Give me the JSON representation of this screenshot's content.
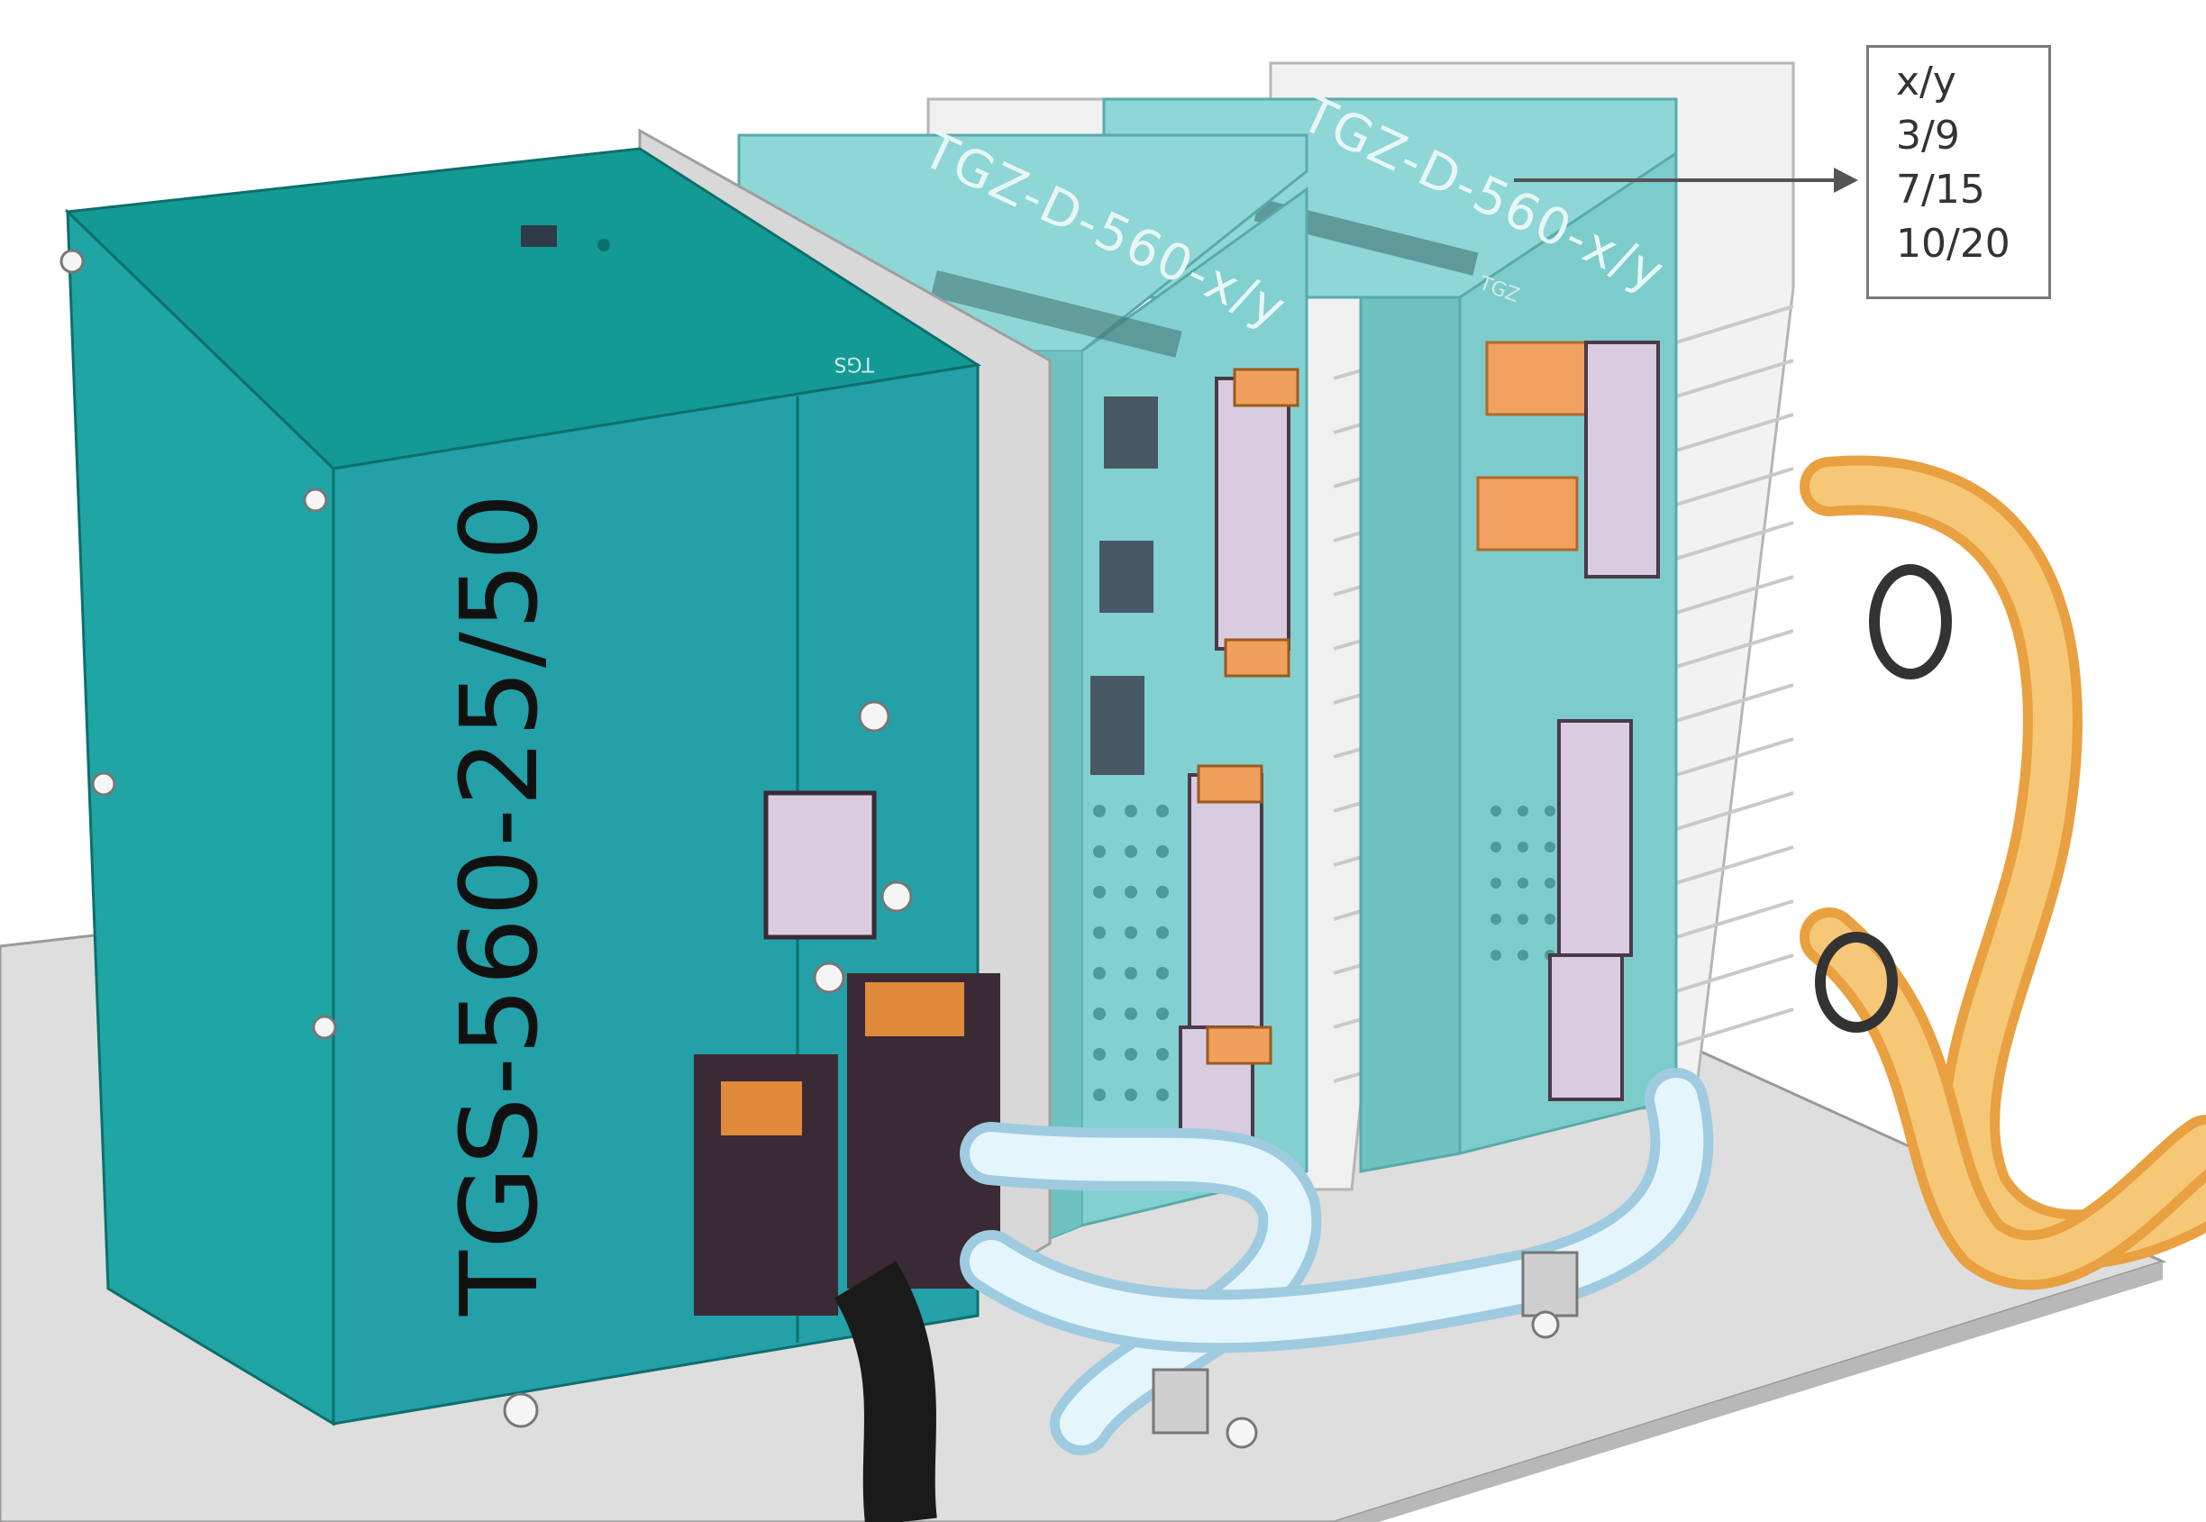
{
  "modules": {
    "main_label": "TGS-560-25/50",
    "main_badge": "TGS",
    "slave1_label": "TGZ-D-560-x/y",
    "slave2_label": "TGZ-D-560-x/y",
    "slave2_badge": "TGZ"
  },
  "variants": {
    "header": "x/y",
    "rows": [
      "3/9",
      "7/15",
      "10/20"
    ]
  },
  "colors": {
    "main_housing": "#1f9ea5",
    "slave_housing": "#7fd0d0",
    "base_plate": "#dcdcdc",
    "connector": "#3a2a35",
    "connector_latch": "#e08a3a",
    "orange_cable": "#f3b254",
    "light_cable": "#d6eef8",
    "black_cable": "#1a1a1a"
  }
}
